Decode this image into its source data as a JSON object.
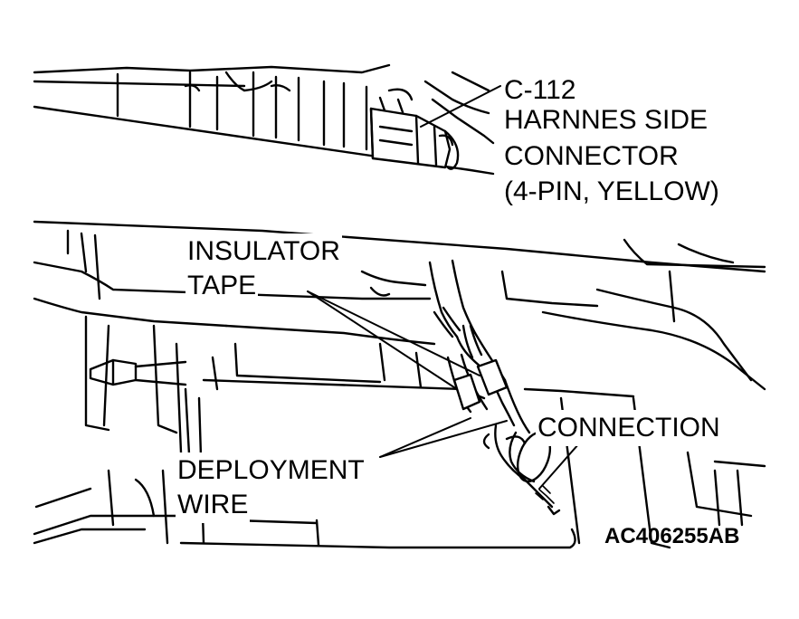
{
  "labels": {
    "connector_id": "C-112",
    "connector_line1": "HARNNES SIDE",
    "connector_line2": "CONNECTOR",
    "connector_line3": "(4-PIN, YELLOW)",
    "insulator_line1": "INSULATOR",
    "insulator_line2": "TAPE",
    "connection": "CONNECTION",
    "deployment_line1": "DEPLOYMENT",
    "deployment_line2": "WIRE"
  },
  "figure_code": "AC406255AB"
}
